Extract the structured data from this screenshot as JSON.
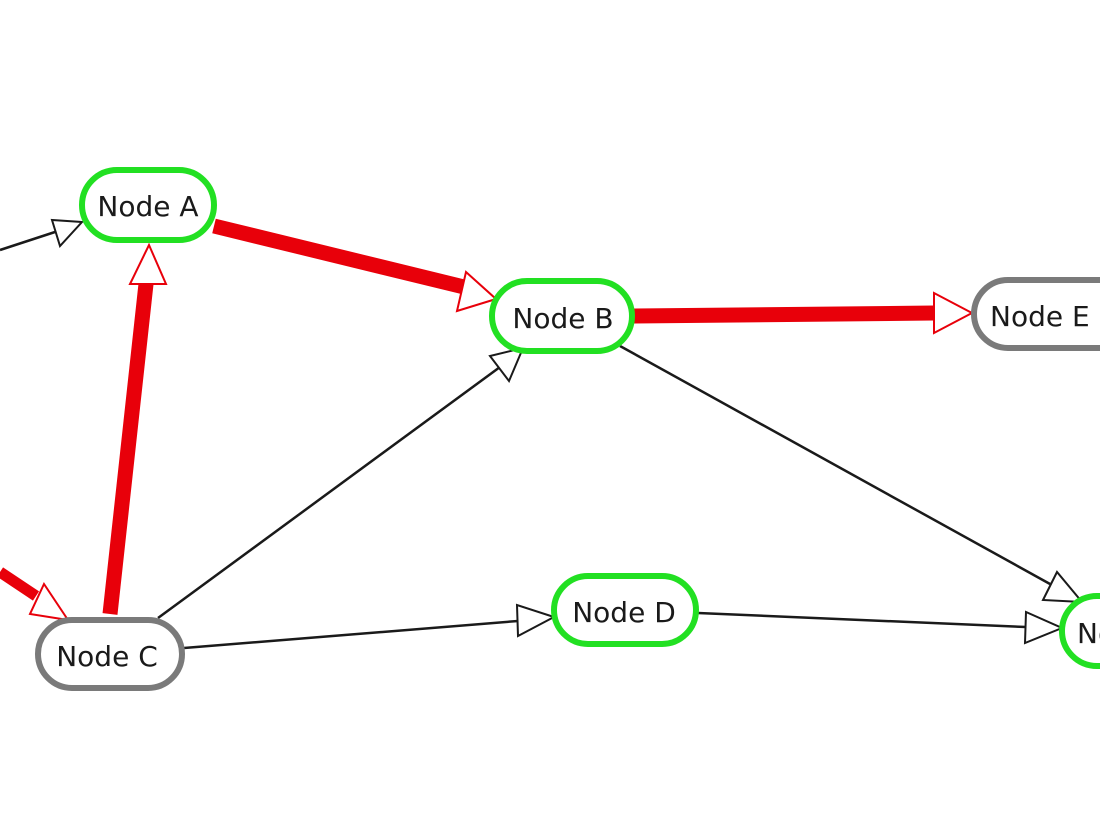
{
  "colors": {
    "highlight_border": "#22e022",
    "normal_border": "#7a7a7a",
    "highlight_edge": "#e8000a",
    "normal_edge": "#1a1a1a",
    "node_fill": "#ffffff",
    "background": "#ffffff"
  },
  "nodes": [
    {
      "id": "A",
      "label": "Node A",
      "state": "highlighted"
    },
    {
      "id": "B",
      "label": "Node B",
      "state": "highlighted"
    },
    {
      "id": "C",
      "label": "Node C",
      "state": "normal"
    },
    {
      "id": "D",
      "label": "Node D",
      "state": "highlighted"
    },
    {
      "id": "E",
      "label": "Node E",
      "state": "normal"
    },
    {
      "id": "F",
      "label": "Node F",
      "state": "highlighted"
    }
  ],
  "edges": [
    {
      "from": "A",
      "to": "B",
      "state": "highlighted"
    },
    {
      "from": "B",
      "to": "E",
      "state": "highlighted"
    },
    {
      "from": "C",
      "to": "A",
      "state": "highlighted"
    },
    {
      "from": "C",
      "to": "B",
      "state": "normal"
    },
    {
      "from": "C",
      "to": "D",
      "state": "normal"
    },
    {
      "from": "D",
      "to": "F",
      "state": "normal"
    },
    {
      "from": "B",
      "to": "F",
      "state": "normal"
    },
    {
      "from": "offscreen-1",
      "to": "A",
      "state": "normal"
    },
    {
      "from": "offscreen-2",
      "to": "C",
      "state": "highlighted"
    }
  ]
}
